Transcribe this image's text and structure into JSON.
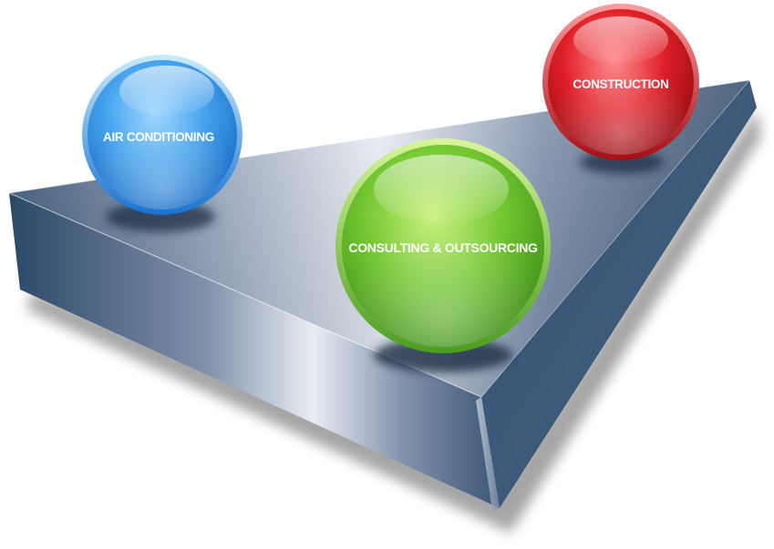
{
  "diagram": {
    "nodes": [
      {
        "id": "air-conditioning",
        "label": "AIR CONDITIONING",
        "color": "#2f8fe0"
      },
      {
        "id": "construction",
        "label": "CONSTRUCTION",
        "color": "#d6141c"
      },
      {
        "id": "consulting-outsourcing",
        "label": "CONSULTING & OUTSOURCING",
        "color": "#6cc12c"
      }
    ],
    "platform": {
      "top_color_light": "#f1f3f8",
      "top_color_dark": "#2c4766",
      "side_color": "#32506f"
    }
  }
}
